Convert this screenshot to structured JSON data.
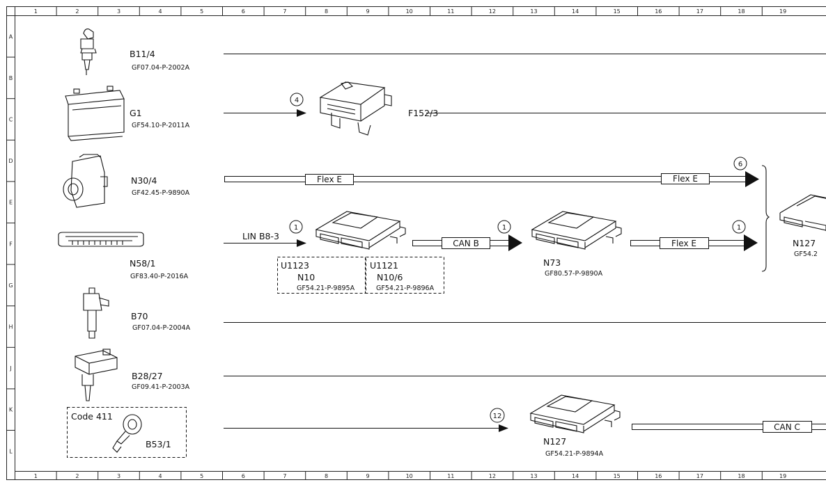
{
  "ruler": {
    "columns": [
      "1",
      "2",
      "3",
      "4",
      "5",
      "6",
      "7",
      "8",
      "9",
      "10",
      "11",
      "12",
      "13",
      "14",
      "15",
      "16",
      "17",
      "18",
      "19"
    ],
    "rows": [
      "A",
      "B",
      "C",
      "D",
      "E",
      "F",
      "G",
      "H",
      "J",
      "K",
      "L"
    ]
  },
  "components": [
    {
      "id": "B11/4",
      "ref": "GF07.04-P-2002A"
    },
    {
      "id": "G1",
      "ref": "GF54.10-P-2011A"
    },
    {
      "id": "N30/4",
      "ref": "GF42.45-P-9890A"
    },
    {
      "id": "N58/1",
      "ref": "GF83.40-P-2016A"
    },
    {
      "id": "B70",
      "ref": "GF07.04-P-2004A"
    },
    {
      "id": "B28/27",
      "ref": "GF09.41-P-2003A"
    }
  ],
  "code_box": {
    "label": "Code 411",
    "component": "B53/1"
  },
  "mid_components": {
    "f152": "F152/3",
    "lin_label": "LIN B8-3",
    "u1123": {
      "unit": "U1123",
      "id": "N10",
      "ref": "GF54.21-P-9895A"
    },
    "u1121": {
      "unit": "U1121",
      "id": "N10/6",
      "ref": "GF54.21-P-9896A"
    },
    "n73": {
      "id": "N73",
      "ref": "GF80.57-P-9890A"
    },
    "n127_bottom": {
      "id": "N127",
      "ref": "GF54.21-P-9894A"
    },
    "n127_right": {
      "id": "N127",
      "ref": "GF54.2"
    }
  },
  "buses": {
    "flex_e_1": "Flex E",
    "flex_e_2": "Flex E",
    "flex_e_3": "Flex E",
    "can_b": "CAN B",
    "can_c": "CAN C"
  },
  "circle_markers": {
    "c4": "4",
    "c6": "6",
    "c1a": "1",
    "c1b": "1",
    "c1c": "1",
    "c12": "12"
  }
}
